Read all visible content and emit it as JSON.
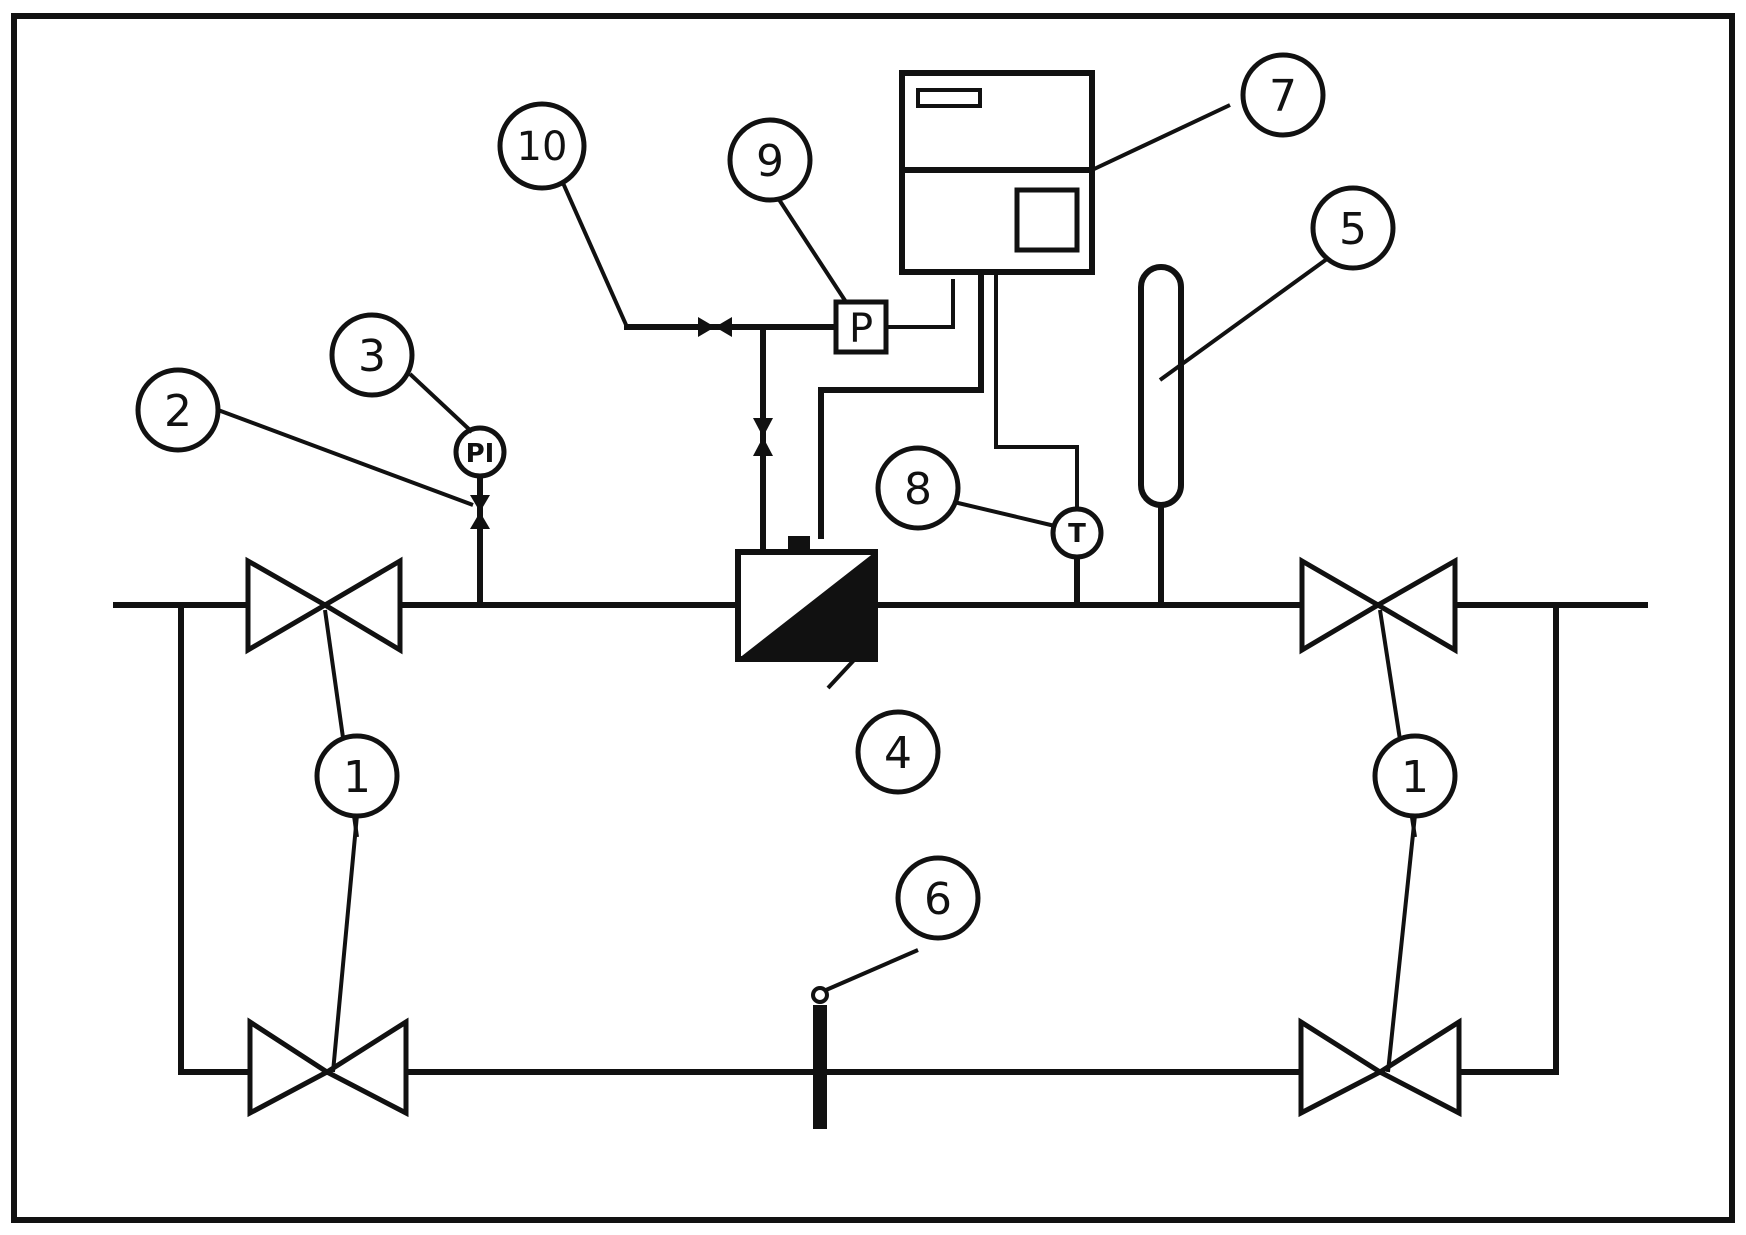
{
  "callouts": {
    "valve_top_left": "1",
    "valve_top_right": "1",
    "pressure_tap": "2",
    "pressure_gauge": "3",
    "flow_meter": "4",
    "expansion_tank": "5",
    "bypass_valve": "6",
    "controller": "7",
    "temperature_sensor": "8",
    "pressure_transmitter": "9",
    "impulse_line": "10"
  },
  "instruments": {
    "gauge_tag": "PI",
    "transmitter_tag": "P",
    "temperature_tag": "T"
  }
}
